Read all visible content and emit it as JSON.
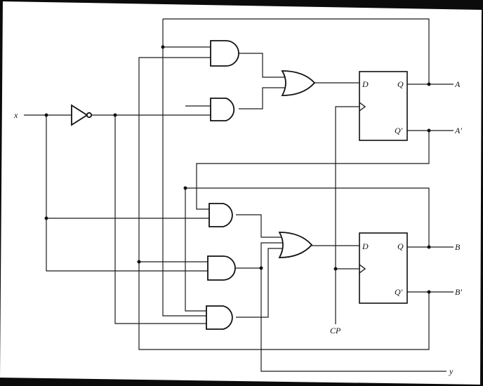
{
  "labels": {
    "input_x": "x",
    "out_A": "A",
    "out_A_bar": "A′",
    "out_B": "B",
    "out_B_bar": "B′",
    "clock": "CP",
    "output_y": "y"
  },
  "flipflops": [
    {
      "d": "D",
      "q": "Q",
      "q_bar": "Q′"
    },
    {
      "d": "D",
      "q": "Q",
      "q_bar": "Q′"
    }
  ]
}
